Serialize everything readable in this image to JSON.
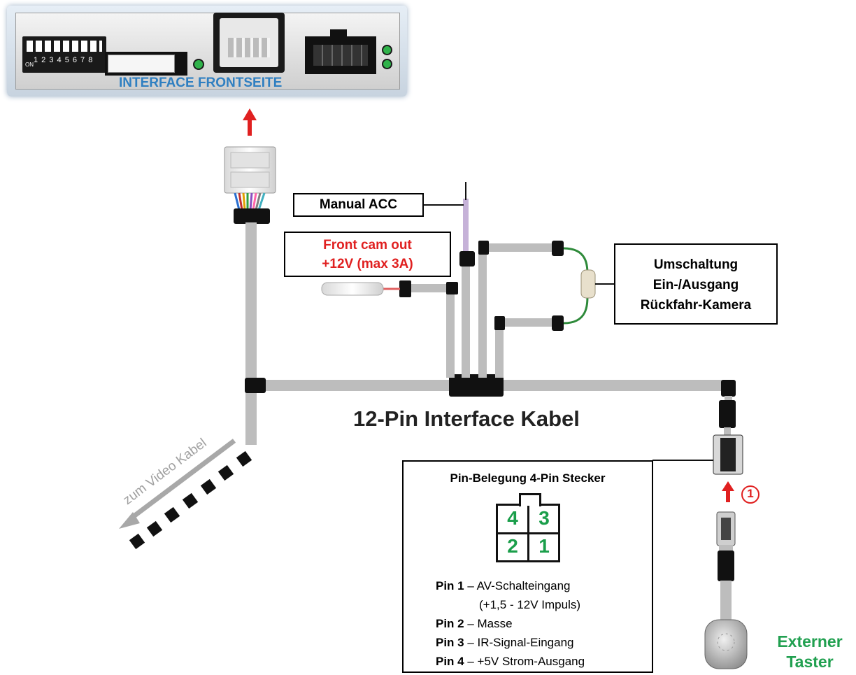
{
  "interface_panel": {
    "label": "INTERFACE FRONTSEITE",
    "dip_numbers": "1 2 3 4 5 6 7 8",
    "dip_on": "ON"
  },
  "labels": {
    "manual_acc": "Manual ACC",
    "front_cam_line1": "Front cam out",
    "front_cam_line2": "+12V (max 3A)",
    "umschaltung_line1": "Umschaltung",
    "umschaltung_line2": "Ein-/Ausgang",
    "umschaltung_line3": "Rückfahr-Kamera",
    "cable_title": "12-Pin Interface Kabel",
    "video_cable": "zum Video Kabel",
    "external_button_line1": "Externer",
    "external_button_line2": "Taster",
    "step_marker": "1"
  },
  "pin_box": {
    "title": "Pin-Belegung 4-Pin Stecker",
    "grid": [
      "4",
      "3",
      "2",
      "1"
    ],
    "pins": [
      {
        "label": "Pin 1",
        "desc": " – AV-Schalteingang"
      },
      {
        "label": "",
        "desc": "(+1,5 - 12V Impuls)"
      },
      {
        "label": "Pin 2",
        "desc": " – Masse"
      },
      {
        "label": "Pin 3",
        "desc": " – IR-Signal-Eingang"
      },
      {
        "label": "Pin 4",
        "desc": " – +5V Strom-Ausgang"
      }
    ]
  },
  "colors": {
    "wire": "#bdbdbd",
    "label_blue": "#2f7fc1",
    "label_red": "#e02020",
    "label_green": "#21a050",
    "pin_green": "#1a9e4a"
  }
}
